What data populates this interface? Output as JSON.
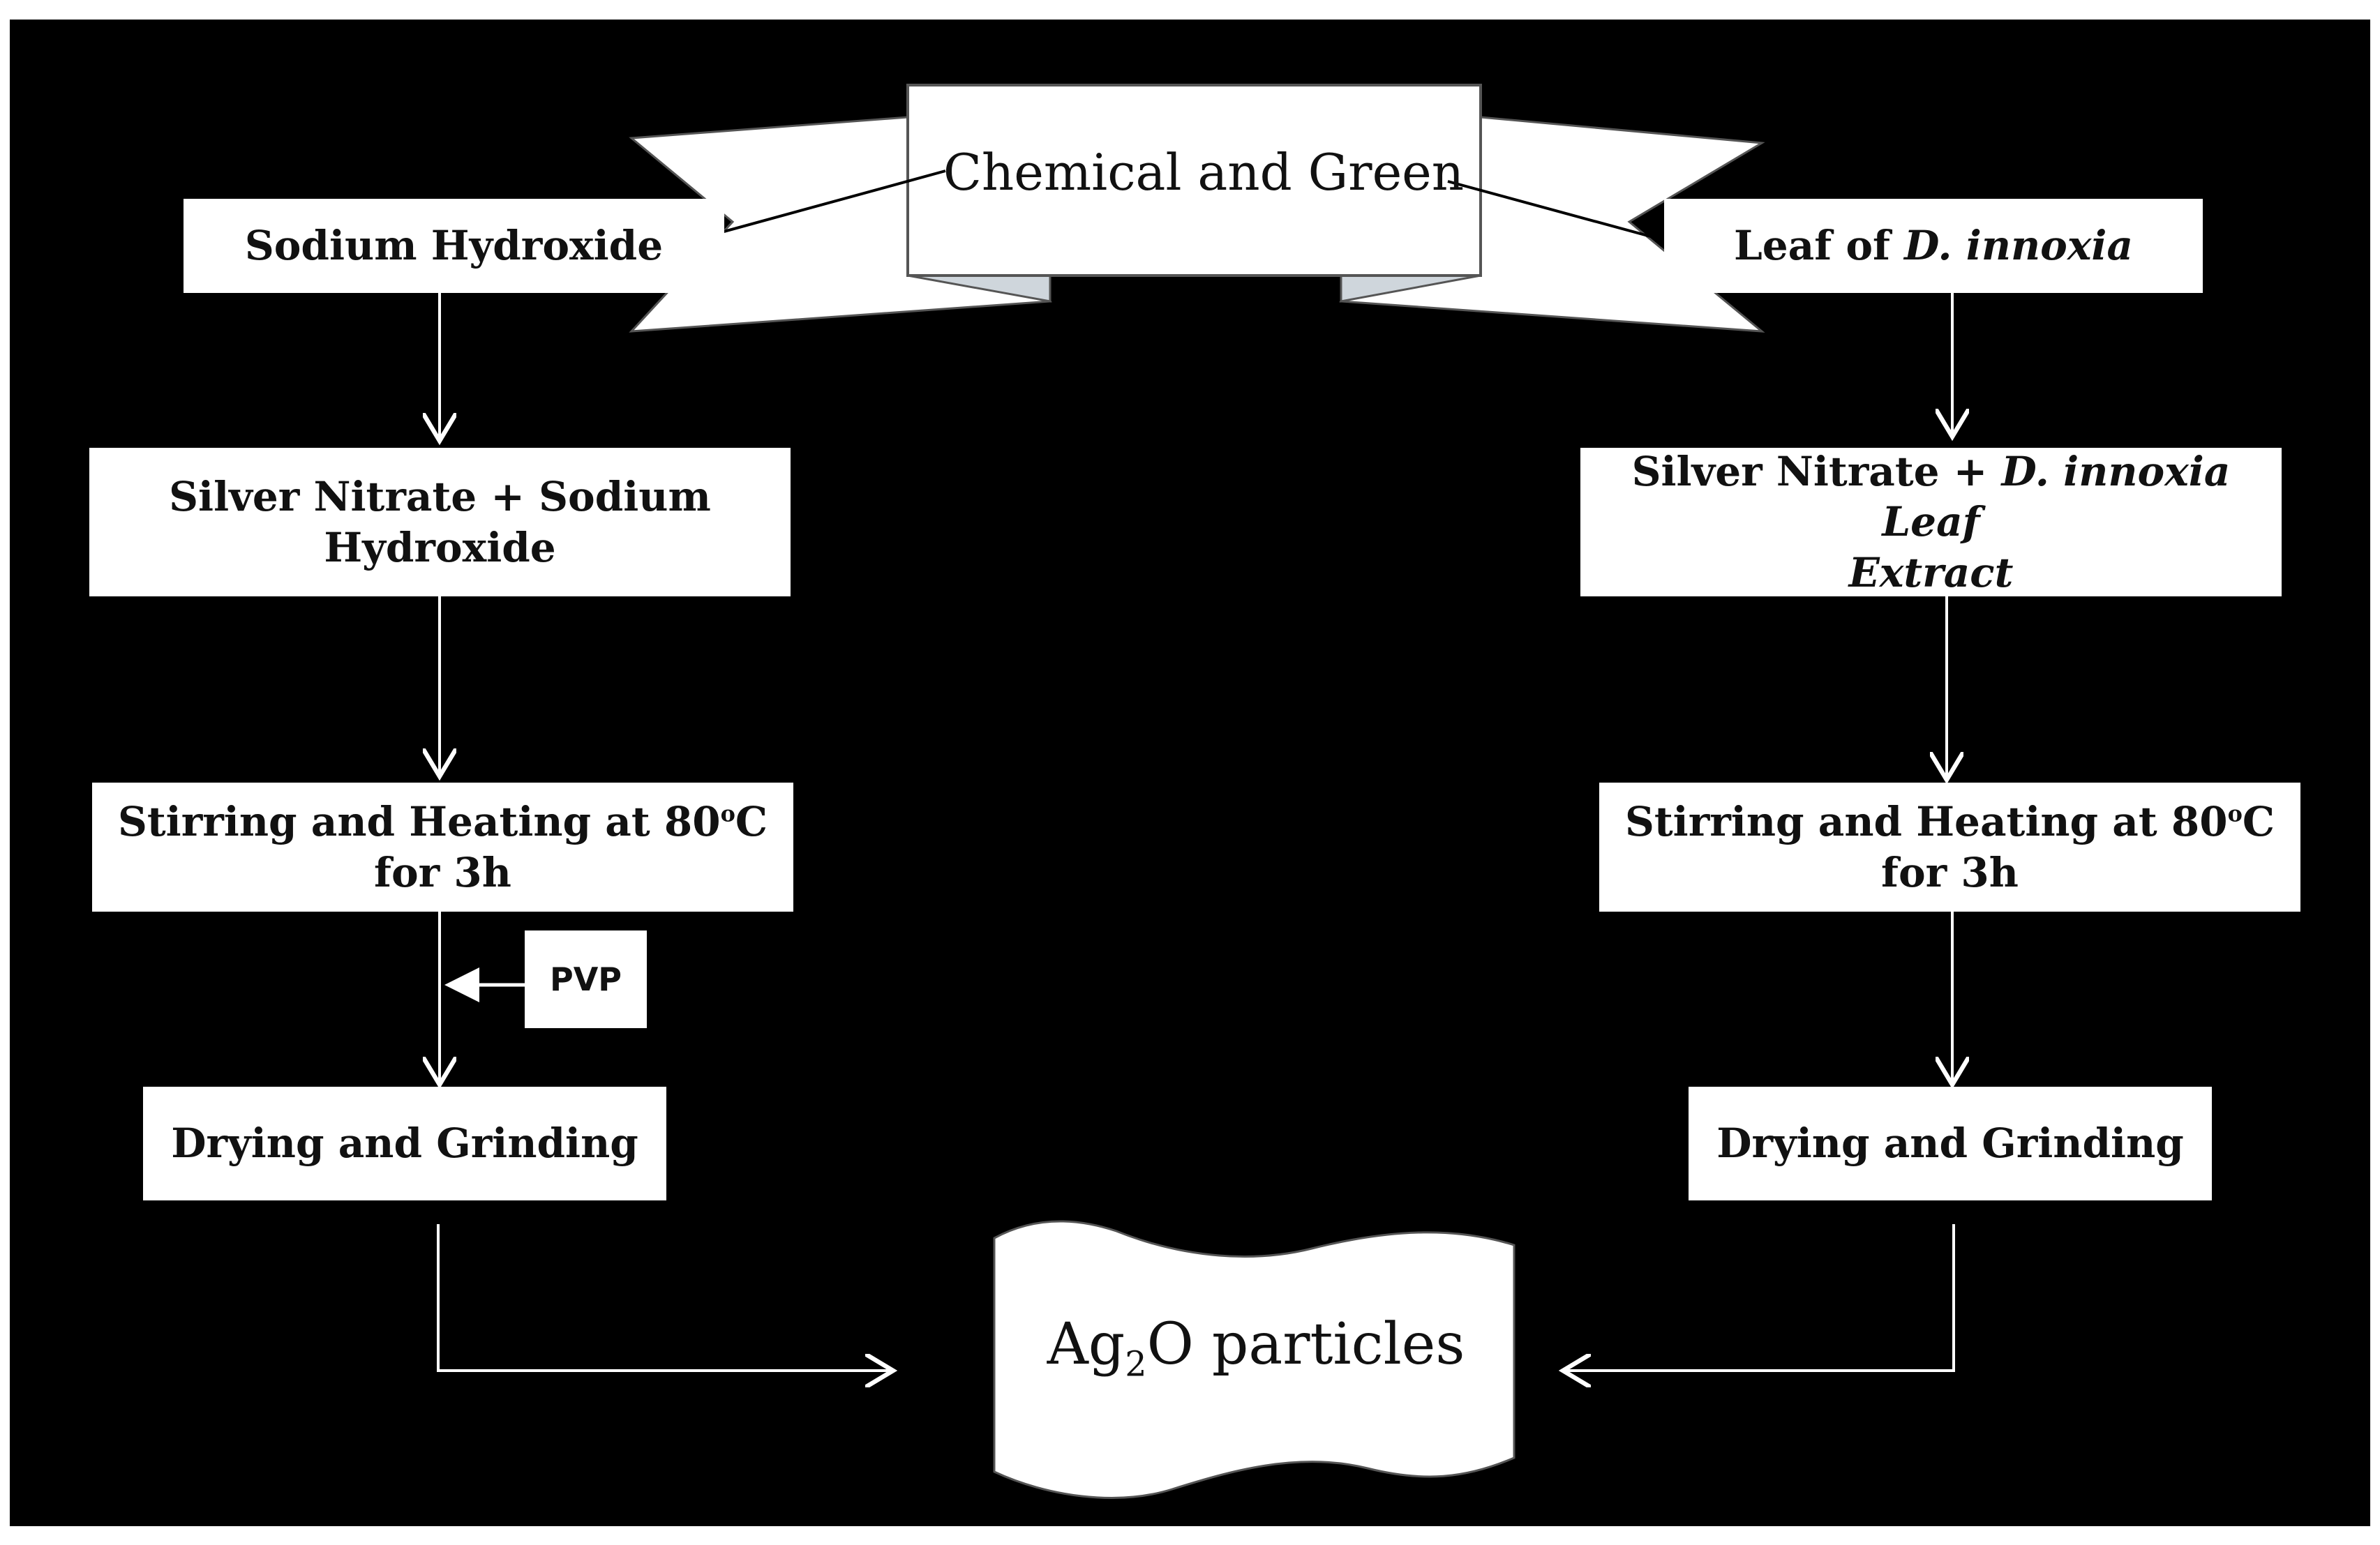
{
  "colors": {
    "background": "#000000",
    "box": "#ffffff",
    "frame": "#ffffff",
    "connector": "#ffffff"
  },
  "banner": {
    "title": "Chemical and Green"
  },
  "chemical_route": {
    "start": "Sodium Hydroxide",
    "step1": "Silver Nitrate + Sodium Hydroxide",
    "step2_line1": "Stirring and Heating at 80",
    "step2_deg": "o",
    "step2_unit": "C",
    "step2_line2": "for 3h",
    "additive": "PVP",
    "step3": "Drying and Grinding"
  },
  "green_route": {
    "start_prefix": "Leaf of ",
    "start_species": "D. innoxia",
    "step1_prefix": "Silver Nitrate + ",
    "step1_species": "D. innoxia Leaf",
    "step1_line2": "Extract",
    "step2_line1": "Stirring and Heating at 80",
    "step2_deg": "o",
    "step2_unit": "C",
    "step2_line2": "for 3h",
    "step3": "Drying and Grinding"
  },
  "product": {
    "prefix": "Ag",
    "subscript": "2",
    "suffix": "O particles"
  }
}
